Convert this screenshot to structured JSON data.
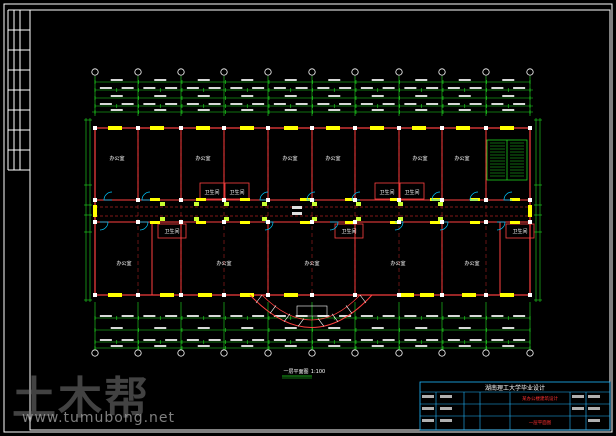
{
  "drawing": {
    "background": "#000000",
    "colors": {
      "border": "#ffffff",
      "wall": "#ff4040",
      "axis_line": "#ff3030",
      "dimension": "#20e020",
      "axis_bubble": "#ffffff",
      "window": "#ffff00",
      "door": "#00c8ff",
      "stair": "#20d020",
      "room_text": "#ffffff",
      "titleblock_line": "#20b8ff",
      "titleblock_text": "#ffffff",
      "titleblock_accent": "#ff3030"
    },
    "room_labels": {
      "office": "办公室",
      "toilet": "卫生间"
    },
    "plan_caption": "一层平面图",
    "plan_scale": "1:100",
    "title_block": {
      "header": "湖南理工大学毕业设计",
      "plan_title": "一层平面图",
      "project": "某办公楼建筑设计"
    }
  },
  "watermark": {
    "text": "土木帮",
    "url": "www.tumubong.net"
  }
}
